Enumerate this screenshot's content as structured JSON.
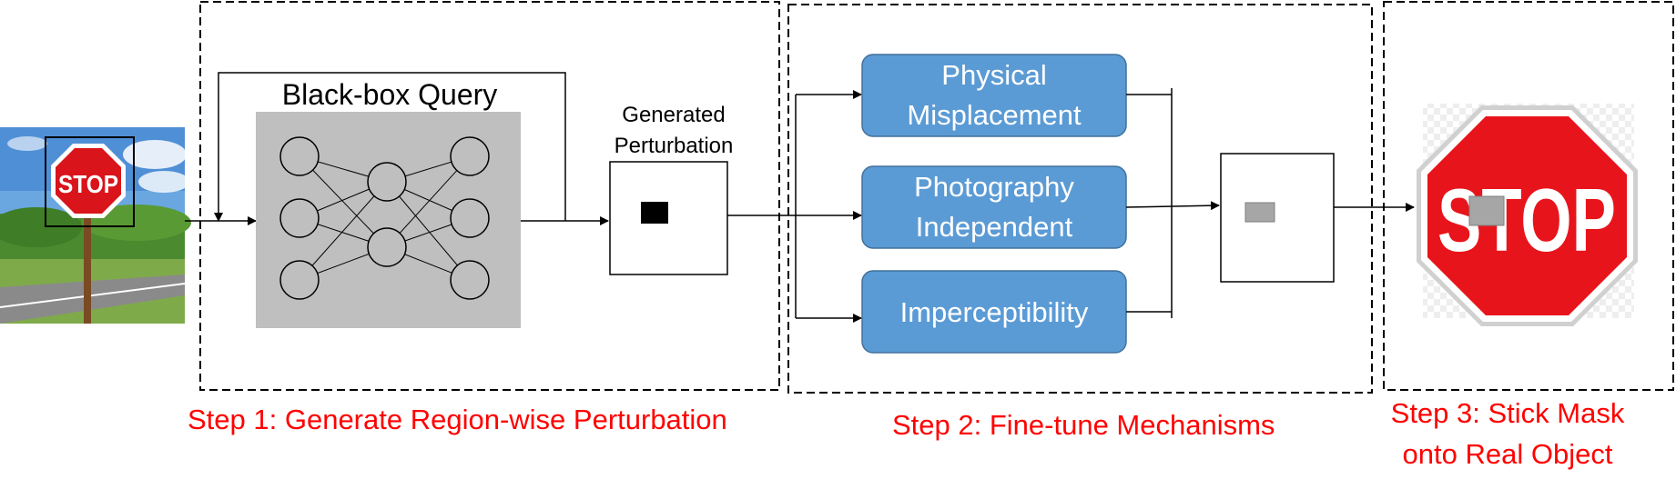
{
  "stages": {
    "step1": {
      "caption": "Step 1: Generate Region-wise Perturbation",
      "blackbox_label": "Black-box Query",
      "generated_line1": "Generated",
      "generated_line2": "Perturbation"
    },
    "step2": {
      "caption": "Step 2: Fine-tune Mechanisms",
      "mechanisms": [
        {
          "line1": "Physical",
          "line2": "Misplacement"
        },
        {
          "line1": "Photography",
          "line2": "Independent"
        },
        {
          "line1": "Imperceptibility",
          "line2": ""
        }
      ]
    },
    "step3": {
      "caption_line1": "Step 3: Stick Mask",
      "caption_line2": "onto Real Object"
    }
  },
  "input_sign_text": "STOP",
  "output_sign_text": "STOP",
  "colors": {
    "caption_red": "#ff0000",
    "mechanism_fill": "#5b9bd5",
    "mechanism_stroke": "#41719c",
    "network_bg": "#bfbfbf",
    "sign_red": "#e8141b",
    "mask_gray": "#a6a6a6"
  }
}
